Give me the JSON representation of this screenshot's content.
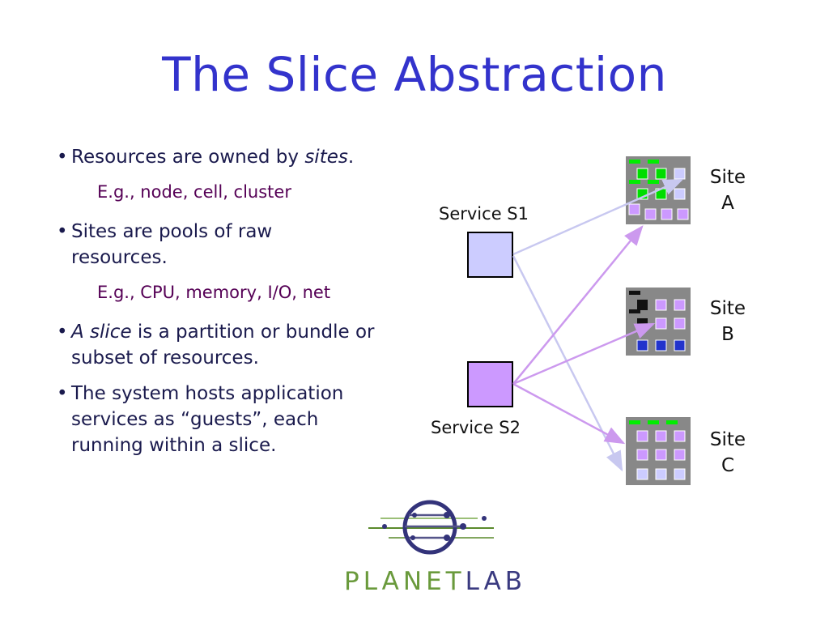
{
  "title": "The Slice Abstraction",
  "bullets": [
    {
      "pre": "Resources are owned by ",
      "em": "sites",
      "post": ".",
      "sub": "E.g., node, cell, cluster"
    },
    {
      "pre": "Sites are pools of raw resources.",
      "sub": "E.g., CPU, memory, I/O, net"
    },
    {
      "em_first": "A ",
      "em": "slice",
      "post": " is a partition or bundle or subset of resources."
    },
    {
      "pre": "The system hosts application services as “guests”, each running within a slice."
    }
  ],
  "diagram": {
    "services": [
      {
        "label": "Service S1",
        "color": "#ccccff"
      },
      {
        "label": "Service S2",
        "color": "#cc99ff"
      }
    ],
    "sites": [
      {
        "label_line1": "Site",
        "label_line2": "A"
      },
      {
        "label_line1": "Site",
        "label_line2": "B"
      },
      {
        "label_line1": "Site",
        "label_line2": "C"
      }
    ]
  },
  "logo": {
    "part1": "PLANET",
    "part2": "LAB",
    "color_planet": "#6a9a3c",
    "color_lab": "#3a3a80"
  }
}
